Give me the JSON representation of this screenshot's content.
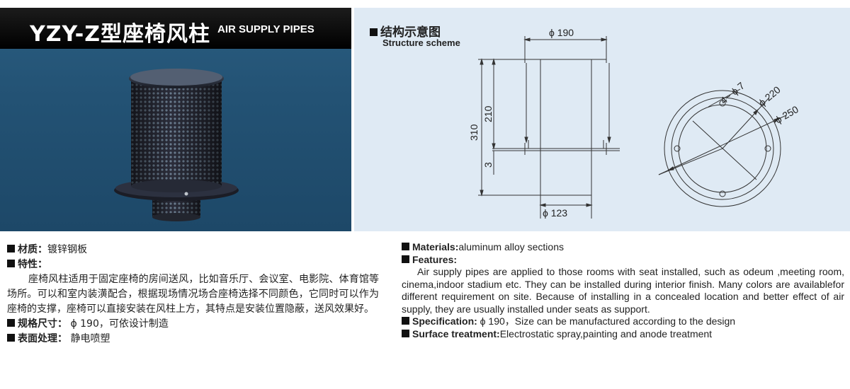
{
  "left_panel": {
    "title_main": "YZY-Z型座椅风柱",
    "title_sub": "AIR SUPPLY PIPES"
  },
  "scheme": {
    "title": "结构示意图",
    "subtitle": "Structure scheme",
    "dim_top": "ϕ 190",
    "dim_bottom": "ϕ 123",
    "dim_310": "310",
    "dim_210": "210",
    "dim_3": "3",
    "dim_holes": "4~ ϕ 7",
    "dim_220": "ϕ 220",
    "dim_250": "ϕ 250"
  },
  "cn": {
    "materials_label": "材质",
    "materials_sep": "：",
    "materials_value": "镀锌钢板",
    "features_label": "特性",
    "features_sep": "：",
    "features_text": "座椅风柱适用于固定座椅的房间送风，比如音乐厅、会议室、电影院、体育馆等场所。可以和室内装潢配合，根据现场情况场合座椅选择不同颜色，它同时可以作为座椅的支撑，座椅可以直接安装在风柱上方，其特点是安装位置隐蔽，送风效果好。",
    "spec_label": "规格尺寸",
    "spec_sep": "：",
    "spec_value": " ϕ 190，可依设计制造",
    "surface_label": "表面处理",
    "surface_sep": "：",
    "surface_value": " 静电喷塑"
  },
  "en": {
    "materials_label": "Materials:",
    "materials_value": "aluminum alloy sections",
    "features_label": "Features:",
    "features_text": "Air supply  pipes are  applied to  those rooms with seat  installed, such as  odeum ,meeting room, cinema,indoor stadium etc. They can be  installed during interior finish. Many  colors are availablefor different  requirement on site. Because  of installing  in a  concealed location  and better effect of air supply, they are usually installed under seats as support.",
    "spec_label": "Specification:",
    "spec_value": " ϕ 190，Size can be manufactured according to the design",
    "surface_label": "Surface treatment:",
    "surface_value": "Electrostatic spray,painting and anode treatment"
  }
}
